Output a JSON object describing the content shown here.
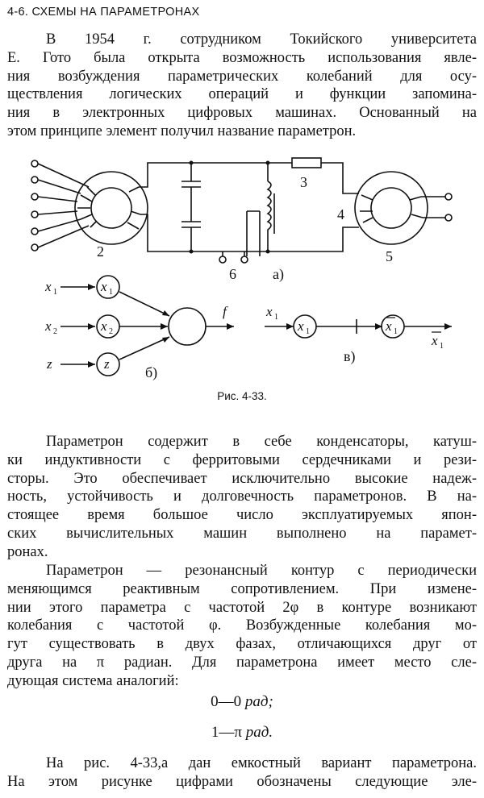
{
  "header": "4-6. СХЕМЫ НА ПАРАМЕТРОНАХ",
  "intro": [
    "В 1954 г. сотрудником Токийского университета",
    "Е. Гото была открыта возможность использования явле-",
    "ния возбуждения параметрических колебаний для осу-",
    "ществления логических операций и функции запомина-",
    "ния в электронных цифровых машинах. Основанный на",
    "этом принципе элемент получил название параметрон."
  ],
  "figure": {
    "labels": {
      "n2": "2",
      "n3": "3",
      "n4": "4",
      "n5": "5",
      "n6": "6",
      "a": "а)",
      "b": "б)",
      "v": "в)",
      "x1": "x",
      "x2": "x",
      "z": "z",
      "f": "f",
      "sub1": "1",
      "sub2": "2"
    },
    "caption": "Рис. 4-33."
  },
  "para2": [
    "Параметрон содержит в себе конденсаторы, катуш-",
    "ки индуктивности с ферритовыми сердечниками и рези-",
    "сторы. Это обеспечивает исключительно высокие надеж-",
    "ность, устойчивость и долговечность параметронов. В на-",
    "стоящее время большое число эксплуатируемых япон-",
    "ских вычислительных машин выполнено на парамет-",
    "ронах."
  ],
  "para3": [
    "Параметрон — резонансный контур с периодически",
    "меняющимся реактивным сопротивлением. При измене-",
    "нии этого параметра с частотой 2φ в контуре возникают",
    "колебания с частотой φ. Возбужденные колебания мо-",
    "гут существовать в двух фазах, отличающихся друг от",
    "друга на π радиан. Для параметрона имеет место сле-",
    "дующая система аналогий:"
  ],
  "formula1": {
    "expr": "0—0 ",
    "unit": "рад;"
  },
  "formula2": {
    "expr": "1—π ",
    "unit": "рад."
  },
  "para4": [
    "На рис. 4-33,а дан емкостный вариант параметрона.",
    "На этом рисунке цифрами обозначены следующие эле-"
  ]
}
